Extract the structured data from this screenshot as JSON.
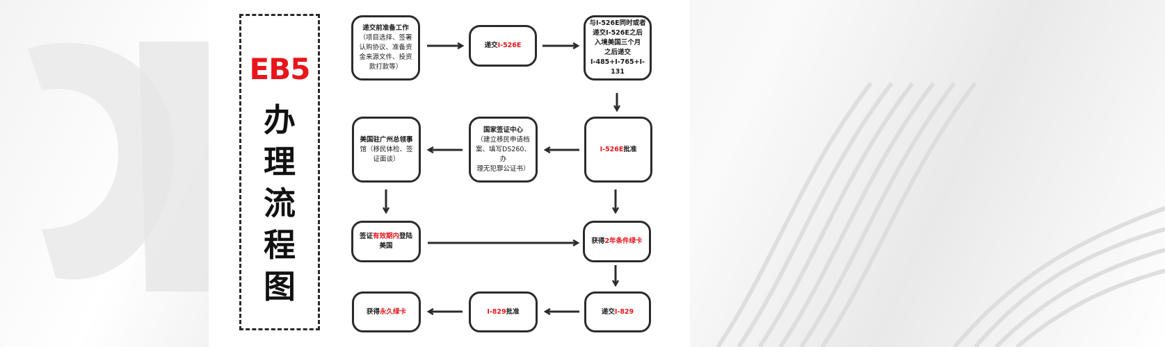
{
  "title": {
    "en": "EB5",
    "cn_chars": [
      "办",
      "理",
      "流",
      "程",
      "图"
    ]
  },
  "colors": {
    "accent": "#e8161b",
    "stroke": "#2b2b2b"
  },
  "nodes": {
    "prep": {
      "line1": "递交前准备工作",
      "line2": "（项目选择、签署",
      "line3": "认购协议、准备资",
      "line4": "金来源文件、投资",
      "line5": "款打款等）"
    },
    "submit526": {
      "prefix": "递交",
      "highlight": "I-526E"
    },
    "entry": {
      "line1": "与I-526E同时或者",
      "line2": "递交I-526E之后",
      "line3": "入境美国三个月",
      "line4": "之后递交",
      "line5": "I-485+I-765+I-131"
    },
    "approve526": {
      "highlight": "I-526E",
      "suffix": "批准"
    },
    "nvc": {
      "line1": "国家签证中心",
      "line2": "（建立移民申请档",
      "line3": "案、填写DS260、办",
      "line4": "理无犯罪公证书）"
    },
    "consulate": {
      "line1": "美国驻广州总领事",
      "line2": "馆（移民体检、签",
      "line3": "证面谈）"
    },
    "enter": {
      "prefix": "签证",
      "highlight": "有效期内",
      "suffix": "登陆",
      "line2": "美国"
    },
    "conditional": {
      "prefix": "获得",
      "highlight": "2年条件绿卡"
    },
    "submit829": {
      "prefix": "递交",
      "highlight": "I-829"
    },
    "approve829": {
      "highlight": "I-829",
      "suffix": "批准"
    },
    "permanent": {
      "prefix": "获得",
      "highlight": "永久绿卡"
    }
  }
}
